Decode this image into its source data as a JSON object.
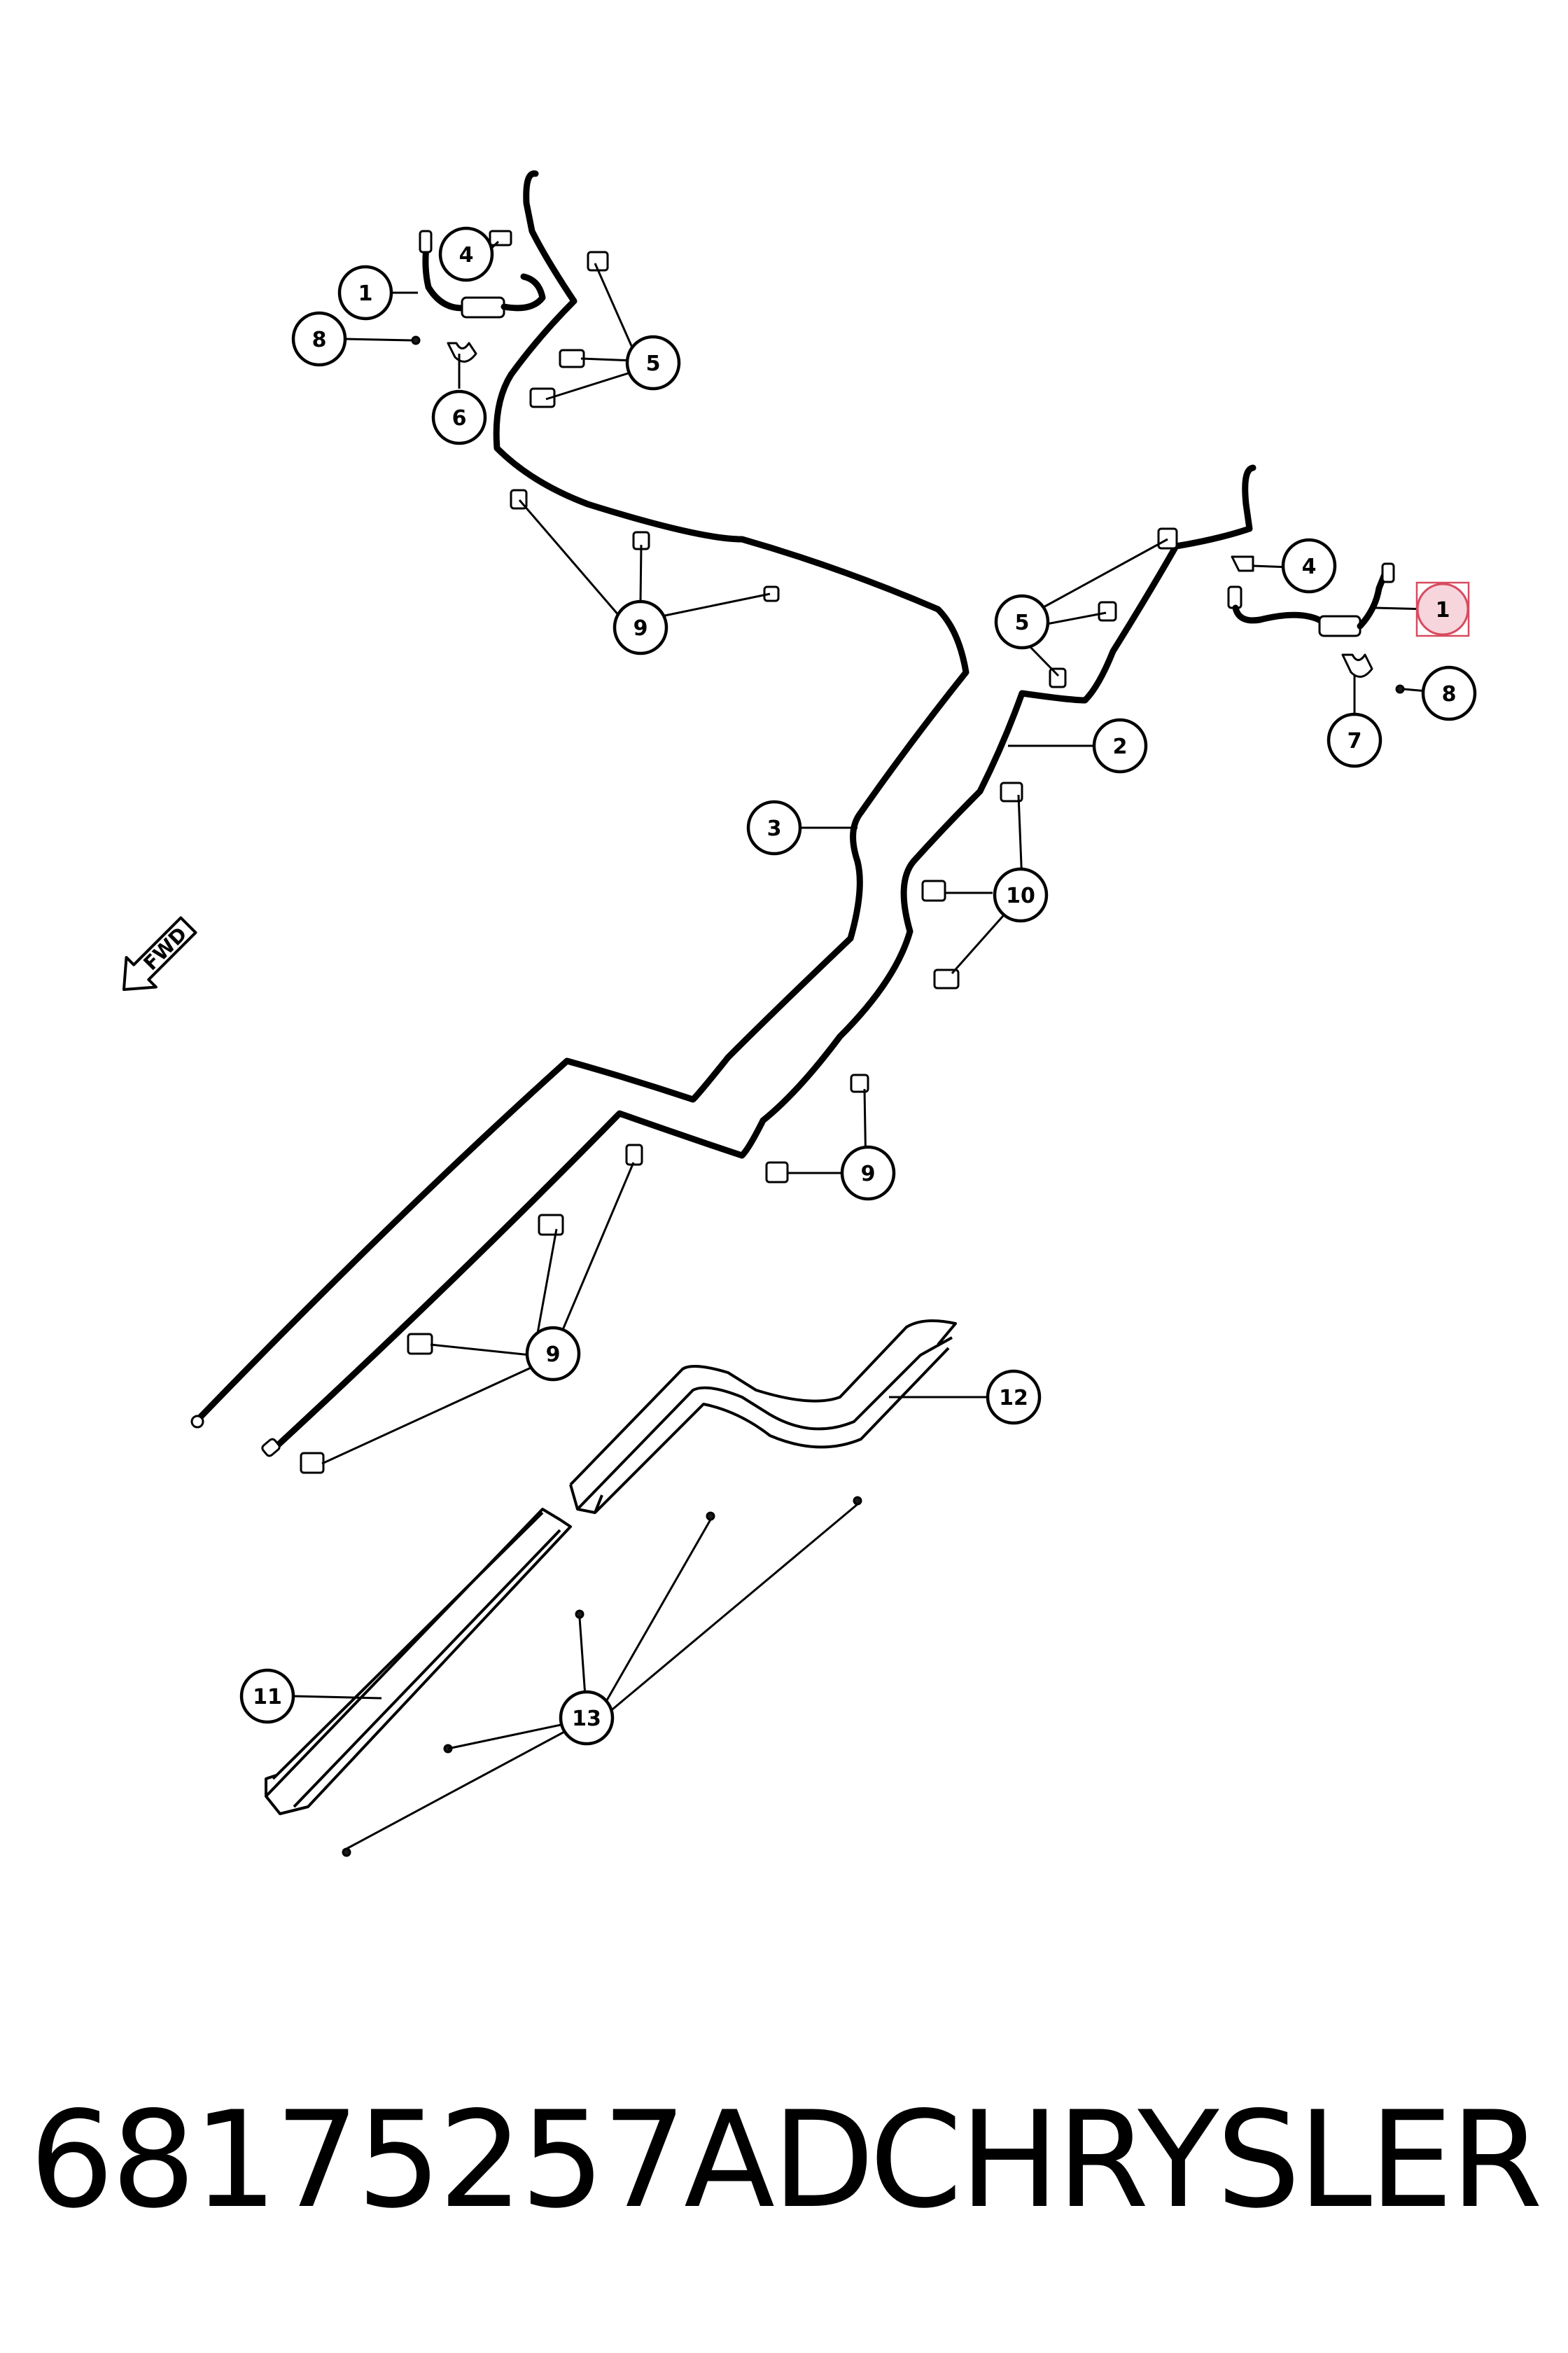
{
  "diagram": {
    "fwd_label": "FWD",
    "callouts": [
      {
        "id": "c1a",
        "label": "1"
      },
      {
        "id": "c4a",
        "label": "4"
      },
      {
        "id": "c8a",
        "label": "8"
      },
      {
        "id": "c6",
        "label": "6"
      },
      {
        "id": "c5a",
        "label": "5"
      },
      {
        "id": "c9a",
        "label": "9"
      },
      {
        "id": "c4b",
        "label": "4"
      },
      {
        "id": "c1b",
        "label": "1",
        "highlighted": true
      },
      {
        "id": "c5b",
        "label": "5"
      },
      {
        "id": "c8b",
        "label": "8"
      },
      {
        "id": "c7",
        "label": "7"
      },
      {
        "id": "c2",
        "label": "2"
      },
      {
        "id": "c3",
        "label": "3"
      },
      {
        "id": "c10",
        "label": "10"
      },
      {
        "id": "c9b",
        "label": "9"
      },
      {
        "id": "c9c",
        "label": "9"
      },
      {
        "id": "c12",
        "label": "12"
      },
      {
        "id": "c11",
        "label": "11"
      },
      {
        "id": "c13",
        "label": "13"
      }
    ],
    "highlight_color": "#d84a5f"
  },
  "footer": {
    "part_number": "68175257AD",
    "brand": "CHRYSLER"
  }
}
